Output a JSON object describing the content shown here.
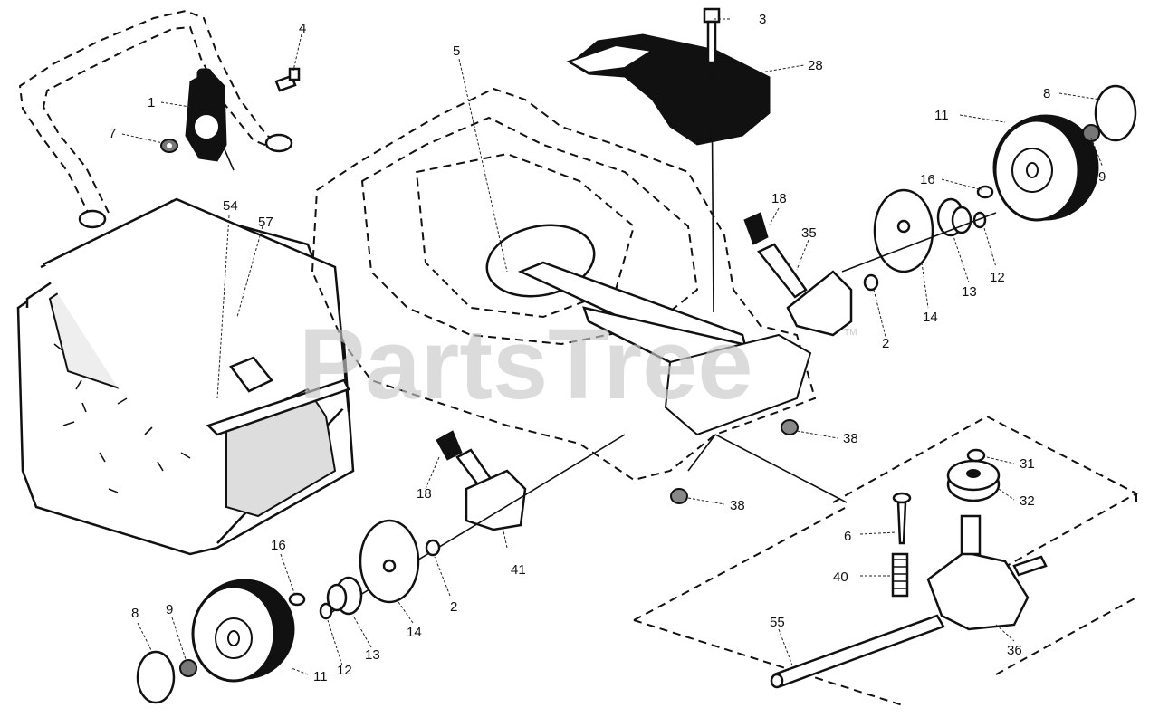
{
  "watermark": {
    "text": "PartsTree",
    "mark": "TM"
  },
  "callouts": [
    {
      "id": "c-1",
      "text": "1"
    },
    {
      "id": "c-3",
      "text": "3"
    },
    {
      "id": "c-4",
      "text": "4"
    },
    {
      "id": "c-5",
      "text": "5"
    },
    {
      "id": "c-7",
      "text": "7"
    },
    {
      "id": "c-28",
      "text": "28"
    },
    {
      "id": "c-8a",
      "text": "8"
    },
    {
      "id": "c-11a",
      "text": "11"
    },
    {
      "id": "c-9a",
      "text": "9"
    },
    {
      "id": "c-16a",
      "text": "16"
    },
    {
      "id": "c-18a",
      "text": "18"
    },
    {
      "id": "c-35",
      "text": "35"
    },
    {
      "id": "c-12a",
      "text": "12"
    },
    {
      "id": "c-13a",
      "text": "13"
    },
    {
      "id": "c-14a",
      "text": "14"
    },
    {
      "id": "c-2a",
      "text": "2"
    },
    {
      "id": "c-54",
      "text": "54"
    },
    {
      "id": "c-57",
      "text": "57"
    },
    {
      "id": "c-38a",
      "text": "38"
    },
    {
      "id": "c-38b",
      "text": "38"
    },
    {
      "id": "c-31",
      "text": "31"
    },
    {
      "id": "c-32",
      "text": "32"
    },
    {
      "id": "c-6",
      "text": "6"
    },
    {
      "id": "c-40",
      "text": "40"
    },
    {
      "id": "c-36",
      "text": "36"
    },
    {
      "id": "c-55",
      "text": "55"
    },
    {
      "id": "c-18b",
      "text": "18"
    },
    {
      "id": "c-41",
      "text": "41"
    },
    {
      "id": "c-2b",
      "text": "2"
    },
    {
      "id": "c-14b",
      "text": "14"
    },
    {
      "id": "c-13b",
      "text": "13"
    },
    {
      "id": "c-12b",
      "text": "12"
    },
    {
      "id": "c-11b",
      "text": "11"
    },
    {
      "id": "c-16b",
      "text": "16"
    },
    {
      "id": "c-9b",
      "text": "9"
    },
    {
      "id": "c-8b",
      "text": "8"
    }
  ]
}
